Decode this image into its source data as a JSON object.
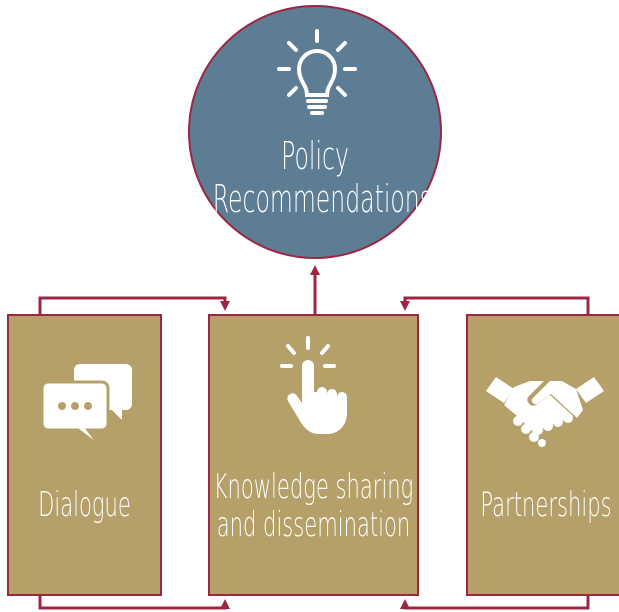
{
  "diagram": {
    "top_node": {
      "label_line1": "Policy",
      "label_line2": "Recommendations",
      "icon": "lightbulb-icon"
    },
    "nodes": [
      {
        "label": "Dialogue",
        "icon": "chat-bubbles-icon"
      },
      {
        "label_line1": "Knowledge sharing",
        "label_line2": "and dissemination",
        "icon": "tap-hand-icon"
      },
      {
        "label": "Partnerships",
        "icon": "handshake-icon"
      }
    ]
  },
  "colors": {
    "circle_fill": "#5c7d94",
    "box_fill": "#b6a06a",
    "outline_and_arrows": "#9b2743",
    "text_and_icons": "#ffffff"
  }
}
